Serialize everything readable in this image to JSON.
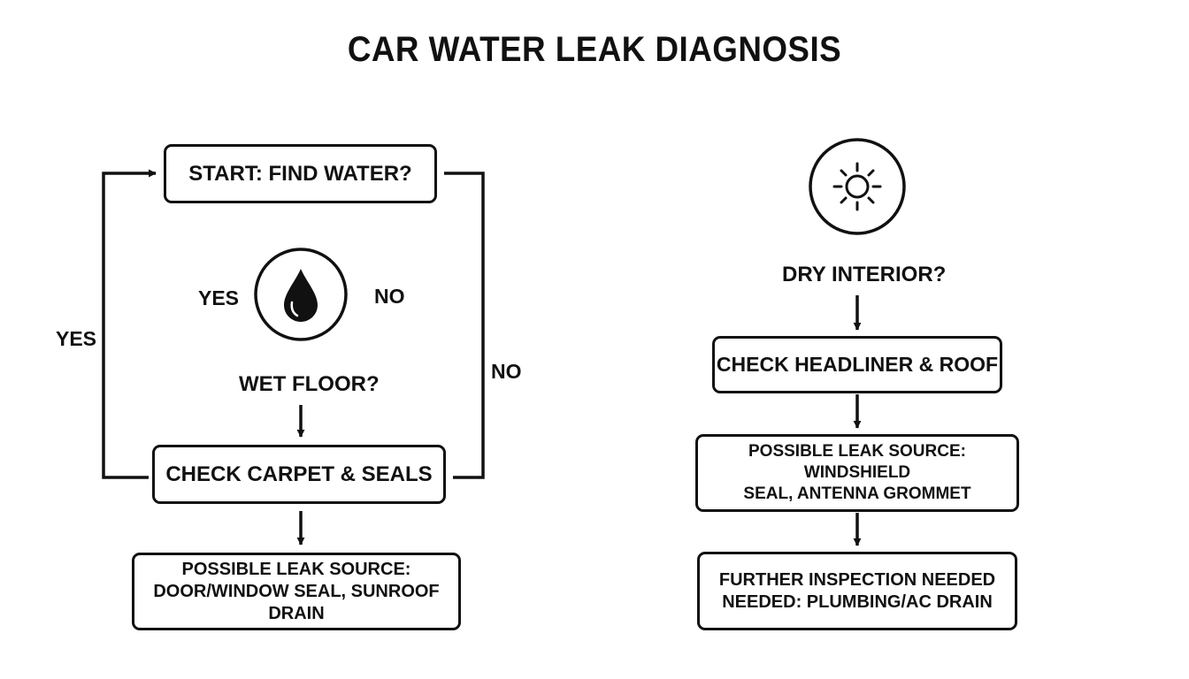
{
  "title": "CAR WATER LEAK DIAGNOSIS",
  "left_flow": {
    "start_box": "START: FIND WATER?",
    "yes_label": "YES",
    "no_label": "NO",
    "loop_yes_label": "YES",
    "loop_no_label": "NO",
    "question": "WET FLOOR?",
    "check_box": "CHECK CARPET & SEALS",
    "source_line1": "POSSIBLE LEAK SOURCE:",
    "source_line2": "DOOR/WINDOW SEAL, SUNROOF DRAIN",
    "icon": "water-drop-icon"
  },
  "right_flow": {
    "question": "DRY INTERIOR?",
    "check_box": "CHECK HEADLINER & ROOF",
    "source_line1": "POSSIBLE LEAK SOURCE: WINDSHIELD",
    "source_line2": "SEAL, ANTENNA GROMMET",
    "further_line1": "FURTHER INSPECTION NEEDED",
    "further_line2": "NEEDED: PLUMBING/AC DRAIN",
    "icon": "sun-icon"
  }
}
